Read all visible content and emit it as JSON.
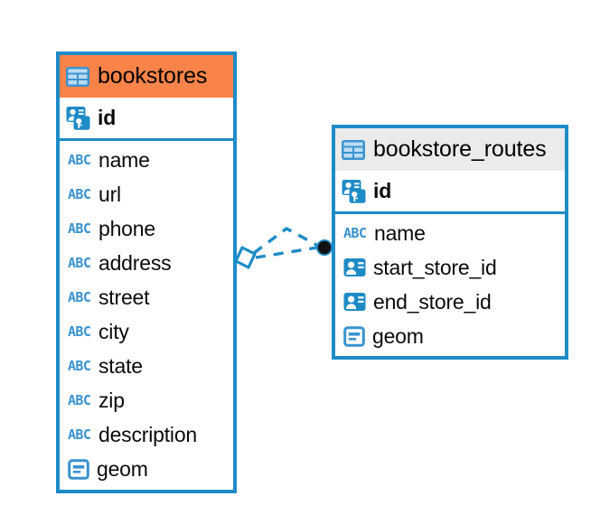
{
  "diagram": {
    "type": "entity-relationship-diagram",
    "background": "#ffffff",
    "accent_color": "#1e8bc7",
    "highlight_color": "#f98348",
    "header_grey": "#ebebeb"
  },
  "entities": [
    {
      "name": "bookstores",
      "title": "bookstores",
      "header_style": "accent-orange",
      "table_icon": "table-icon",
      "primary_key": {
        "label": "id",
        "icon": "primary-key-icon"
      },
      "fields": [
        {
          "label": "name",
          "icon": "abc-text-icon"
        },
        {
          "label": "url",
          "icon": "abc-text-icon"
        },
        {
          "label": "phone",
          "icon": "abc-text-icon"
        },
        {
          "label": "address",
          "icon": "abc-text-icon"
        },
        {
          "label": "street",
          "icon": "abc-text-icon"
        },
        {
          "label": "city",
          "icon": "abc-text-icon"
        },
        {
          "label": "state",
          "icon": "abc-text-icon"
        },
        {
          "label": "zip",
          "icon": "abc-text-icon"
        },
        {
          "label": "description",
          "icon": "abc-text-icon"
        },
        {
          "label": "geom",
          "icon": "geometry-icon"
        }
      ]
    },
    {
      "name": "bookstore_routes",
      "title": "bookstore_routes",
      "header_style": "accent-grey",
      "table_icon": "table-icon",
      "primary_key": {
        "label": "id",
        "icon": "primary-key-icon"
      },
      "fields": [
        {
          "label": "name",
          "icon": "abc-text-icon"
        },
        {
          "label": "start_store_id",
          "icon": "foreign-key-icon"
        },
        {
          "label": "end_store_id",
          "icon": "foreign-key-icon"
        },
        {
          "label": "geom",
          "icon": "geometry-icon"
        }
      ]
    }
  ],
  "relationship": {
    "from_entity": "bookstores",
    "to_entity": "bookstore_routes",
    "from_marker": "diamond-marker",
    "to_marker": "filled-circle-marker",
    "line_style": "dashed",
    "line_color": "#1e8bc7",
    "edge_count": 2
  }
}
